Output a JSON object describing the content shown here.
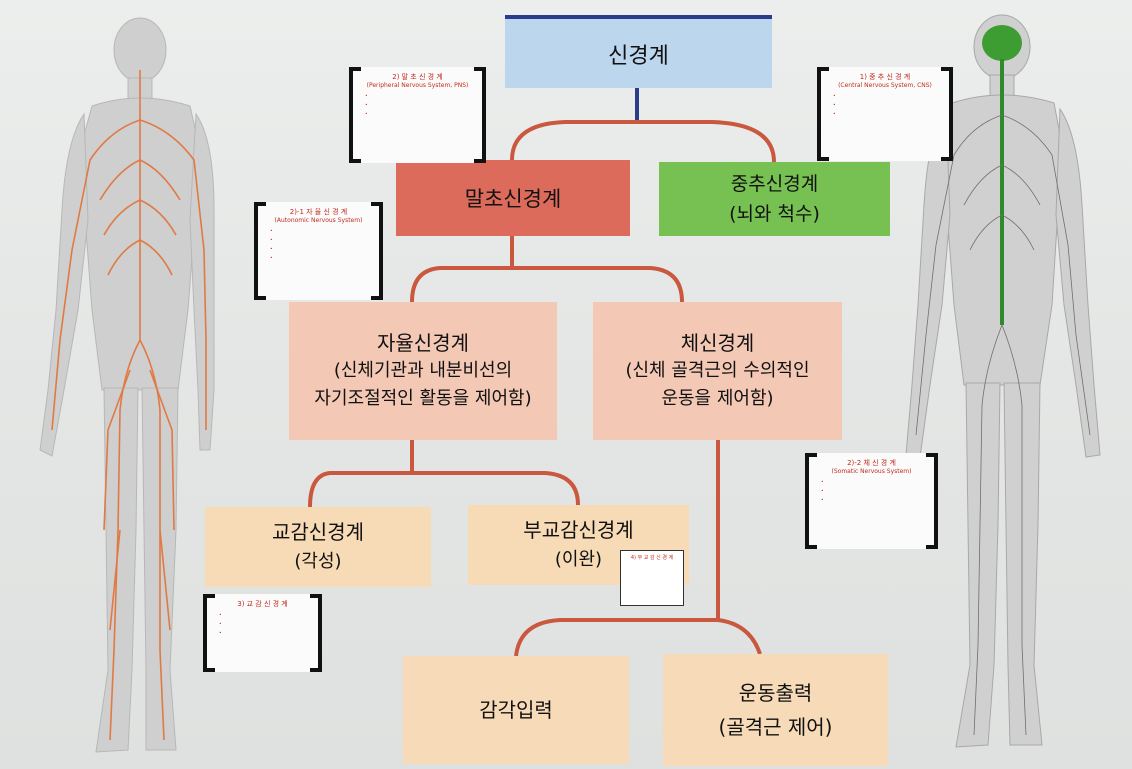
{
  "diagram": {
    "root": "신경계",
    "peripheral": "말초신경계",
    "central": {
      "name": "중추신경계",
      "detail": "(뇌와 척수)"
    },
    "autonomic": {
      "name": "자율신경계",
      "line1": "(신체기관과 내분비선의",
      "line2": "자기조절적인 활동을 제어함)"
    },
    "somatic": {
      "name": "체신경계",
      "line1": "(신체 골격근의 수의적인",
      "line2": "운동을 제어함)"
    },
    "sympathetic": {
      "name": "교감신경계",
      "detail": "(각성)"
    },
    "parasympathetic": {
      "name": "부교감신경계",
      "detail": "(이완)"
    },
    "sensory_input": "감각입력",
    "motor_output": {
      "name": "운동출력",
      "detail": "(골격근 제어)"
    }
  },
  "notes": {
    "pns": {
      "title": "2) 말 초 신 경 계",
      "subtitle": "(Peripheral Nervous System, PNS)"
    },
    "cns": {
      "title": "1) 중 추 신 경 계",
      "subtitle": "(Central Nervous System, CNS)"
    },
    "ans": {
      "title": "2)-1 자 율 신 경 계",
      "subtitle": "(Autonomic Nervous System)"
    },
    "sns": {
      "title": "2)-2 체 신 경 계",
      "subtitle": "(Somatic Nervous System)"
    },
    "sym": {
      "title": "3) 교 감 신 경 계"
    },
    "para": {
      "title": "4) 부 교 감 신 경 계"
    }
  },
  "colors": {
    "root": "#bcd6ee",
    "peripheral": "#dd6b5c",
    "central": "#76c152",
    "middle_level": "#f3c8b5",
    "lower_level": "#f7dab6",
    "peripheral_connector": "#c9583f",
    "central_connector": "#2c3c8c",
    "nerve_orange": "#e07a45",
    "nerve_green": "#2f8a2a"
  },
  "icons": [
    "human-body-peripheral-nerves",
    "human-body-central-nerves"
  ]
}
